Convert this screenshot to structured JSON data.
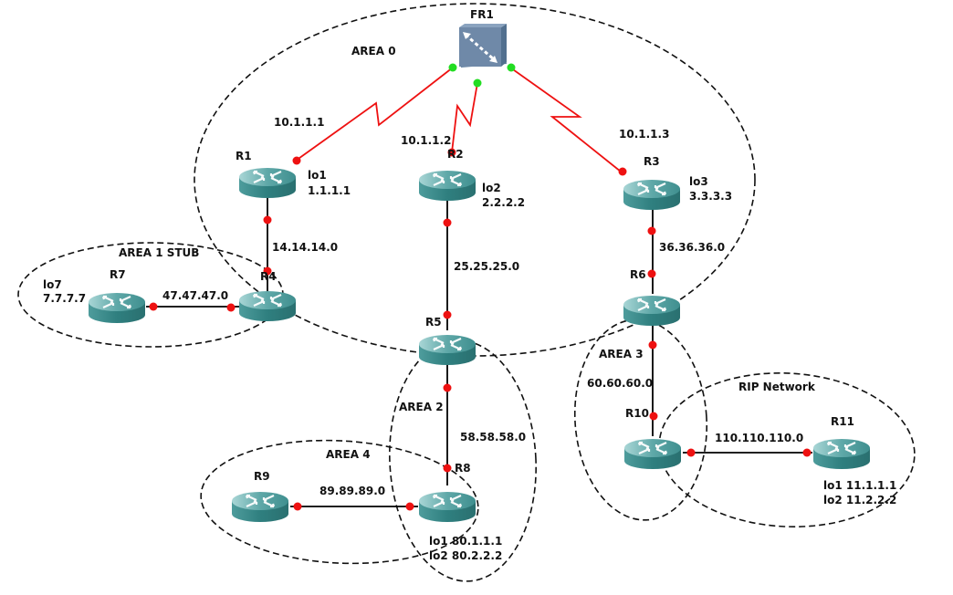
{
  "colors": {
    "router_body": "#3a8c8c",
    "router_top": "#6fb4b4",
    "link_dot": "#ee1111",
    "frame_dot": "#22dd22",
    "serial_link": "#ee1111",
    "switch_body": "#6f89a8"
  },
  "areas": [
    {
      "id": "area0",
      "label": "AREA 0"
    },
    {
      "id": "area1",
      "label": "AREA 1 STUB"
    },
    {
      "id": "area2",
      "label": "AREA 2"
    },
    {
      "id": "area3",
      "label": "AREA 3"
    },
    {
      "id": "area4",
      "label": "AREA 4"
    },
    {
      "id": "rip",
      "label": "RIP Network"
    }
  ],
  "switch": {
    "name": "FR1",
    "icon": "frame-relay-switch-icon"
  },
  "routers": [
    {
      "id": "r1",
      "name": "R1",
      "loopbacks": [
        "lo1",
        "1.1.1.1"
      ]
    },
    {
      "id": "r2",
      "name": "R2",
      "loopbacks": [
        "lo2",
        "2.2.2.2"
      ]
    },
    {
      "id": "r3",
      "name": "R3",
      "loopbacks": [
        "lo3",
        "3.3.3.3"
      ]
    },
    {
      "id": "r4",
      "name": "R4",
      "loopbacks": []
    },
    {
      "id": "r5",
      "name": "R5",
      "loopbacks": []
    },
    {
      "id": "r6",
      "name": "R6",
      "loopbacks": []
    },
    {
      "id": "r7",
      "name": "R7",
      "loopbacks": [
        "lo7",
        "7.7.7.7"
      ]
    },
    {
      "id": "r8",
      "name": "R8",
      "loopbacks": [
        "lo1 80.1.1.1",
        "lo2 80.2.2.2"
      ]
    },
    {
      "id": "r9",
      "name": "R9",
      "loopbacks": []
    },
    {
      "id": "r10",
      "name": "R10",
      "loopbacks": []
    },
    {
      "id": "r11",
      "name": "R11",
      "loopbacks": [
        "lo1 11.1.1.1",
        "lo2 11.2.2.2"
      ]
    }
  ],
  "links": [
    {
      "id": "fr-r1",
      "label": "10.1.1.1",
      "type": "serial"
    },
    {
      "id": "fr-r2",
      "label": "10.1.1.2",
      "type": "serial"
    },
    {
      "id": "fr-r3",
      "label": "10.1.1.3",
      "type": "serial"
    },
    {
      "id": "r1-r4",
      "label": "14.14.14.0",
      "type": "ethernet"
    },
    {
      "id": "r2-r5",
      "label": "25.25.25.0",
      "type": "ethernet"
    },
    {
      "id": "r3-r6",
      "label": "36.36.36.0",
      "type": "ethernet"
    },
    {
      "id": "r7-r4",
      "label": "47.47.47.0",
      "type": "ethernet"
    },
    {
      "id": "r5-r8",
      "label": "58.58.58.0",
      "type": "ethernet"
    },
    {
      "id": "r6-r10",
      "label": "60.60.60.0",
      "type": "ethernet"
    },
    {
      "id": "r9-r8",
      "label": "89.89.89.0",
      "type": "ethernet"
    },
    {
      "id": "r10-r11",
      "label": "110.110.110.0",
      "type": "ethernet"
    }
  ]
}
